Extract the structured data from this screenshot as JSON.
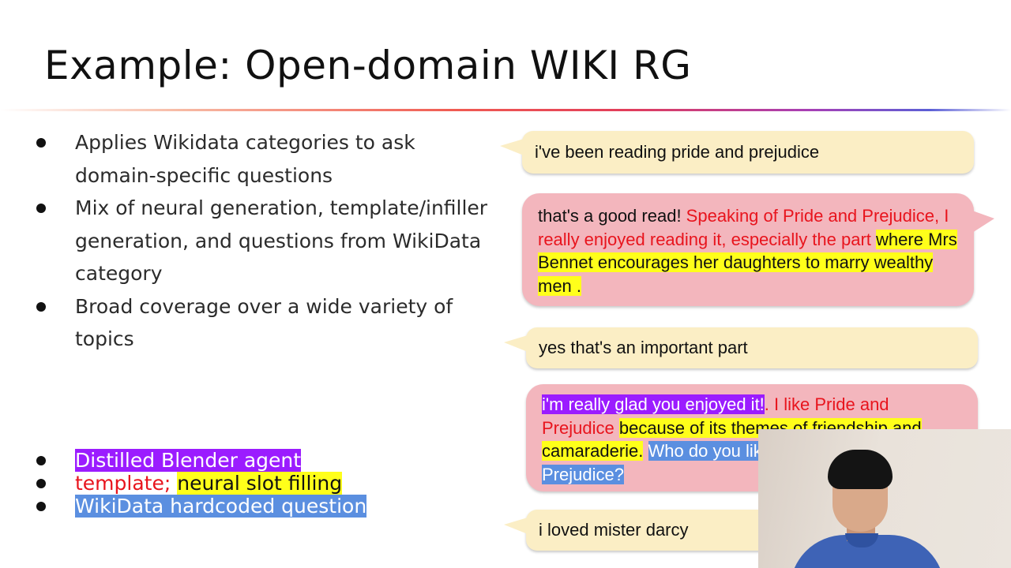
{
  "slide": {
    "title": "Example: Open-domain WIKI RG",
    "bullets": [
      "Applies Wikidata categories to ask domain-specific questions",
      "Mix of neural generation, template/infiller generation, and questions from WikiData category",
      "Broad coverage over a wide variety of topics"
    ],
    "legend": {
      "distilled": "Distilled Blender agent",
      "template": "template;",
      "neural_slot": "neural slot filling",
      "wikidata": "WikiData hardcoded question"
    }
  },
  "conversation": {
    "u1": "i've been reading pride and prejudice",
    "b1": {
      "plain": "that's a good read! ",
      "template": "Speaking of Pride and Prejudice, I really enjoyed reading it, especially the part",
      "space": " ",
      "neural": "where Mrs Bennet encourages her daughters to marry wealthy men ."
    },
    "u2": "yes that's an important part",
    "b2": {
      "distilled": "i'm really glad you enjoyed it!",
      "template1": ". I like Pride and Prejudice",
      "space": " ",
      "neural": "because of its themes of friendship and camaraderie.",
      "space2": " ",
      "wikidata": "Who do you like most in Pride and Prejudice?"
    },
    "u3": "i loved mister darcy"
  },
  "colors": {
    "distilled_highlight": "#9b1cff",
    "template_text": "#e8141d",
    "neural_highlight": "#ffff1a",
    "wikidata_highlight": "#5b8fe0",
    "user_bubble": "#fbeec5",
    "bot_bubble": "#f3b6bd"
  }
}
